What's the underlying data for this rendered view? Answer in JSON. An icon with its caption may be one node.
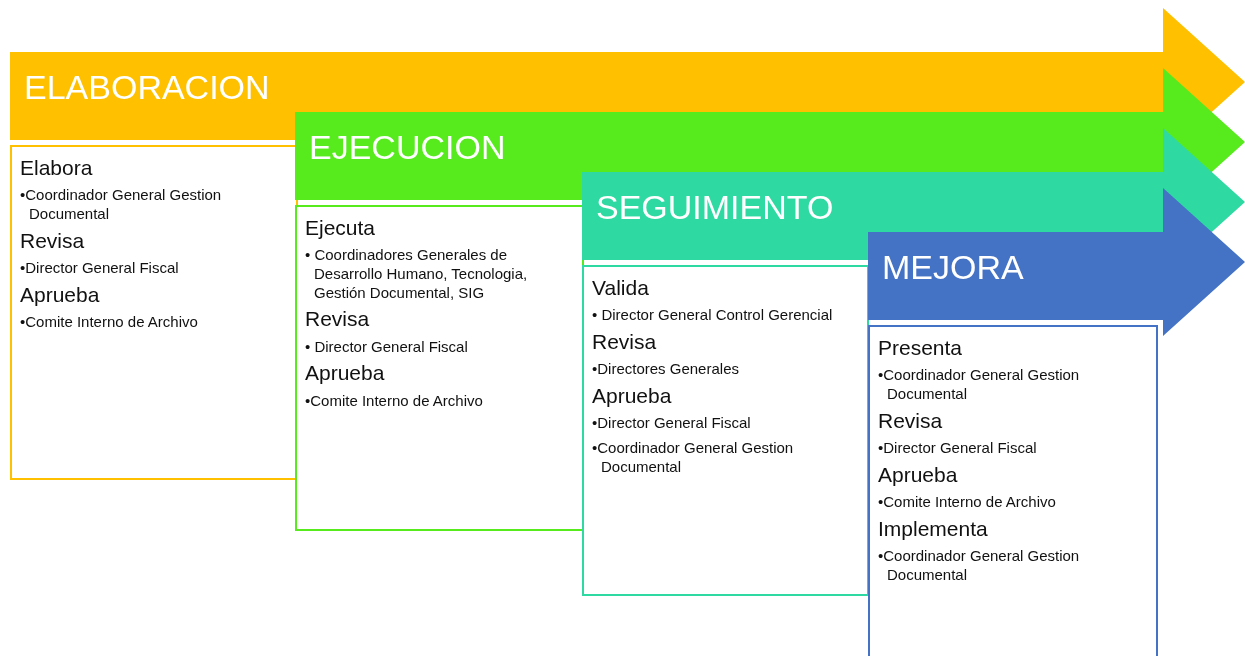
{
  "diagram": {
    "nodes": [
      {
        "text": [
          "ELABORACION"
        ]
      },
      {
        "text": [
          "Elabora",
          "•Coordinador General Gestion Documental",
          "Revisa",
          "•Director General Fiscal",
          "Aprueba",
          "•Comite Interno de Archivo"
        ]
      },
      {
        "text": [
          "EJECUCION"
        ]
      },
      {
        "text": [
          "Ejecuta",
          "• Coordinadores Generales de Desarrollo Humano, Tecnologia, Gestión Documental, SIG",
          "Revisa",
          "• Director General Fiscal",
          "Aprueba",
          "•Comite Interno de Archivo"
        ]
      },
      {
        "text": [
          "SEGUIMIENTO"
        ]
      },
      {
        "text": [
          "Valida",
          "• Director General Control Gerencial",
          "Revisa",
          "•Directores Generales",
          "Aprueba",
          "•Director General Fiscal",
          "•Coordinador General Gestion Documental"
        ]
      },
      {
        "text": [
          "MEJORA"
        ]
      },
      {
        "text": [
          "Presenta",
          "•Coordinador General Gestion Documental",
          "Revisa",
          "•Director General Fiscal",
          "Aprueba",
          "•Comite Interno de Archivo",
          "Implementa",
          "•Coordinador General Gestion Documental"
        ]
      }
    ]
  }
}
